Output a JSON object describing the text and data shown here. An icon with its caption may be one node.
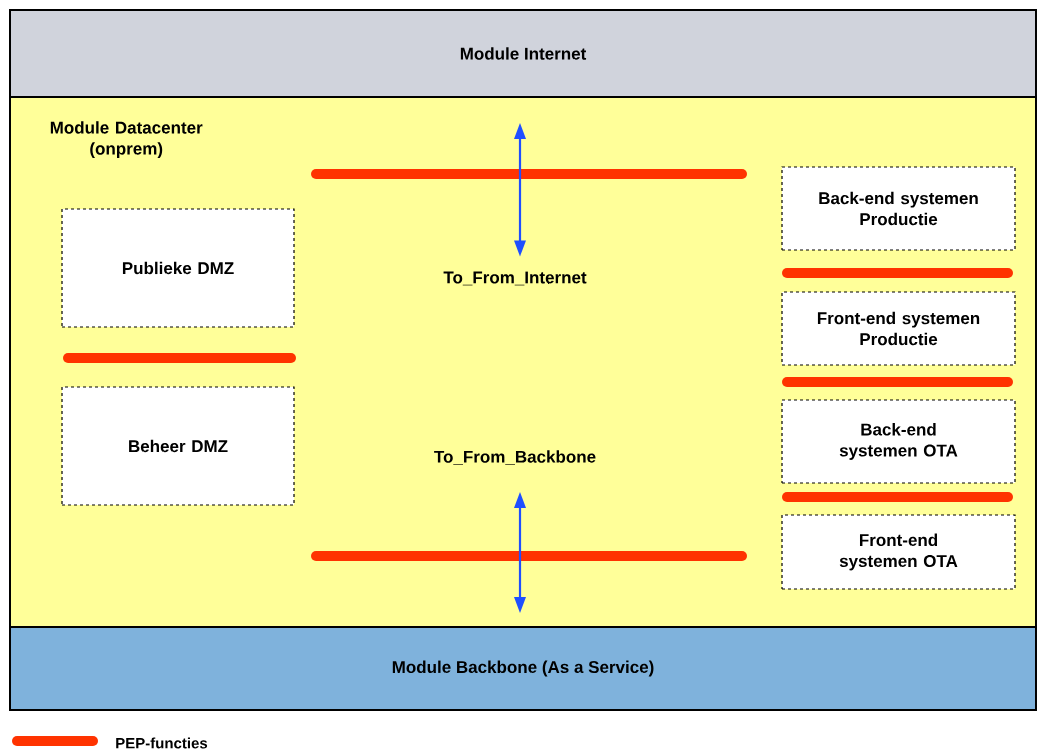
{
  "diagram": {
    "nodes": [
      {
        "text": [
          "Module Internet"
        ]
      },
      {
        "text": [
          "Module Datacenter (onprem)"
        ]
      },
      {
        "text": [
          "Publieke DMZ"
        ],
        "in": 1
      },
      {
        "text": [
          "Beheer DMZ"
        ],
        "in": 1
      },
      {
        "text": [
          "To_From_Internet"
        ],
        "in": 1
      },
      {
        "text": [
          "To_From_Backbone"
        ],
        "in": 1
      },
      {
        "text": [
          "Back-end systemen Productie"
        ],
        "in": 1
      },
      {
        "text": [
          "Front-end systemen Productie"
        ],
        "in": 1
      },
      {
        "text": [
          "Back-end systemen OTA"
        ],
        "in": 1
      },
      {
        "text": [
          "Front-end systemen OTA"
        ],
        "in": 1
      },
      {
        "text": [
          "Module Backbone (As a Service)"
        ]
      }
    ],
    "edges": [
      {
        "from": 0,
        "to": 4,
        "arrow": "both",
        "color": "#1f4fff"
      },
      {
        "from": 5,
        "to": 10,
        "arrow": "both",
        "color": "#1f4fff"
      }
    ],
    "legend": [
      {
        "text": "PEP-functies"
      }
    ]
  }
}
